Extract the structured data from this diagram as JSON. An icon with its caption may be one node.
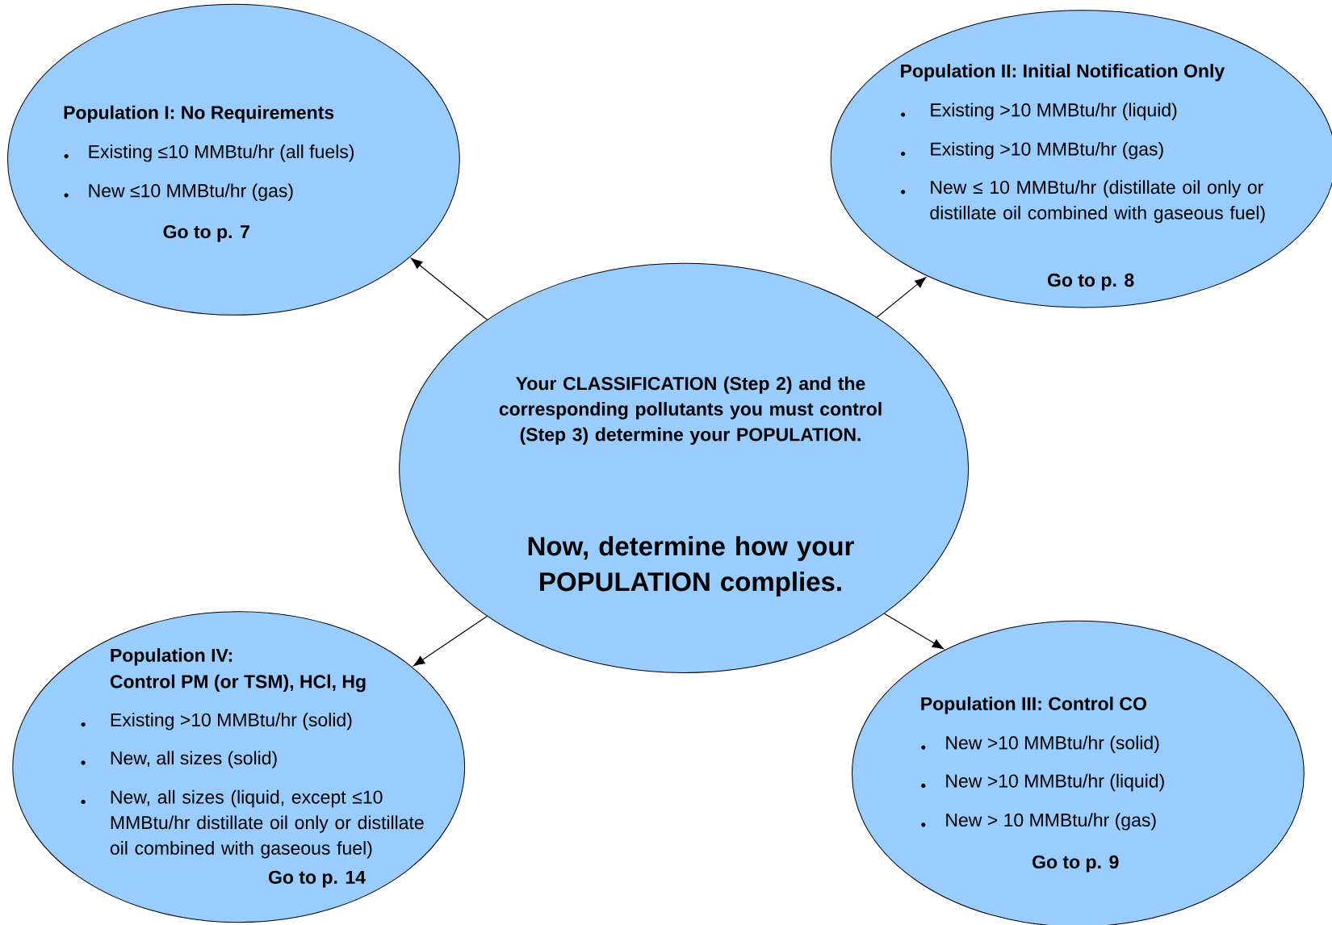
{
  "diagram": {
    "nodes": [
      {
        "text": [
          "Population I: No Requirements",
          "Existing ≤10 MMBtu/hr (all fuels)",
          "New ≤10 MMBtu/hr (gas)",
          "Go to p. 7"
        ]
      },
      {
        "text": [
          "Population II: Initial Notification Only",
          "Existing >10 MMBtu/hr (liquid)",
          "Existing >10 MMBtu/hr (gas)",
          "New ≤ 10 MMBtu/hr (distillate oil only or distillate oil combined with gaseous fuel)",
          "Go to p. 8"
        ]
      },
      {
        "text": [
          "Your CLASSIFICATION (Step 2) and the corresponding pollutants you must control (Step 3) determine your POPULATION.",
          "Now, determine how your POPULATION complies."
        ]
      },
      {
        "text": [
          "Population IV:",
          "Control PM (or TSM), HCl, Hg",
          "Existing >10 MMBtu/hr (solid)",
          "New, all sizes (solid)",
          "New, all sizes (liquid, except ≤10 MMBtu/hr distillate oil only or distillate oil combined with gaseous fuel)",
          "Go to p. 14"
        ]
      },
      {
        "text": [
          "Population III: Control CO",
          "New >10 MMBtu/hr (solid)",
          "New >10 MMBtu/hr (liquid)",
          "New > 10 MMBtu/hr (gas)",
          "Go to p. 9"
        ]
      }
    ],
    "edges": [
      {
        "from": 2,
        "to": 0,
        "arrow": "to"
      },
      {
        "from": 2,
        "to": 1,
        "arrow": "to"
      },
      {
        "from": 2,
        "to": 3,
        "arrow": "to"
      },
      {
        "from": 2,
        "to": 4,
        "arrow": "to"
      }
    ]
  }
}
